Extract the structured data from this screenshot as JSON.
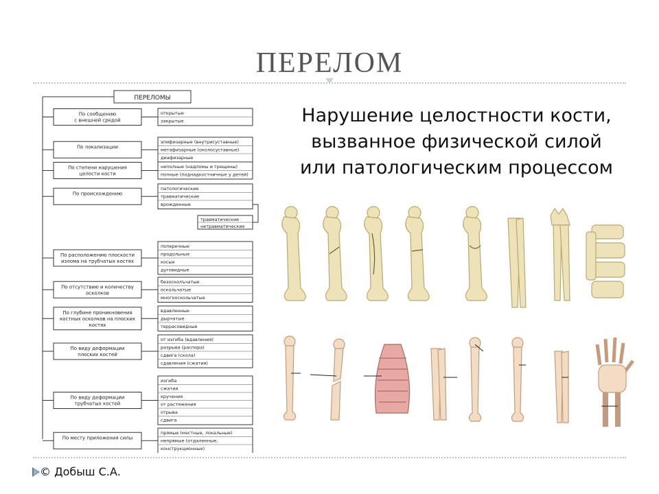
{
  "slide": {
    "title": "ПЕРЕЛОМ",
    "definition": "Нарушение целостности кости, вызванное физической силой или патологическим процессом",
    "footer": "© Добыш С.А."
  },
  "diagram": {
    "root": "ПЕРЕЛОМЫ",
    "categories": [
      {
        "label": [
          "По сообщению",
          "с внешней средой"
        ],
        "items": [
          "открытые",
          "закрытые"
        ]
      },
      {
        "label": [
          "По локализации"
        ],
        "items": [
          "эпифизарные (внутрисуставные)",
          "метафизарные (околосуставные)",
          "диафизарные"
        ]
      },
      {
        "label": [
          "По степени нарушения",
          "целости кости"
        ],
        "items": [
          "неполные (надломы и трещины)",
          "полные (поднадкостничные у детей)"
        ]
      },
      {
        "label": [
          "По происхождению"
        ],
        "items": [
          "патологические",
          "травматические",
          "врожденные"
        ]
      },
      {
        "label": [
          "По расположению плоскости",
          "излома на трубчатых костях"
        ],
        "items": [
          "поперечные",
          "продольные",
          "косые",
          "дуговидные"
        ]
      },
      {
        "label": [
          "По отсутствию и количеству",
          "осколков"
        ],
        "items": [
          "безосколъчатые",
          "оскольчатые",
          "многооскольчатые"
        ]
      },
      {
        "label": [
          "По глубине проникновения",
          "костных осколков на плоских",
          "костях"
        ],
        "items": [
          "вдавленные",
          "дырчатые",
          "террасовидные"
        ]
      },
      {
        "label": [
          "По виду деформации",
          "плоских костей"
        ],
        "items": [
          "от изгиба (вдавления)",
          "разрыва (распора)",
          "сдвига (скола)",
          "сдавления (сжатия)"
        ]
      },
      {
        "label": [
          "По виду деформации",
          "трубчатых костей"
        ],
        "items": [
          "изгиба",
          "сжатия",
          "кручения",
          "от растяжения",
          "отрыва",
          "сдвига"
        ]
      },
      {
        "label": [
          "По месту приложения силы"
        ],
        "items": [
          "прямые (местные, локальные)",
          "непрямые (отдаленные,",
          "конструкционные)"
        ]
      }
    ],
    "sub_items": [
      "травматические",
      "нетравматические"
    ]
  }
}
